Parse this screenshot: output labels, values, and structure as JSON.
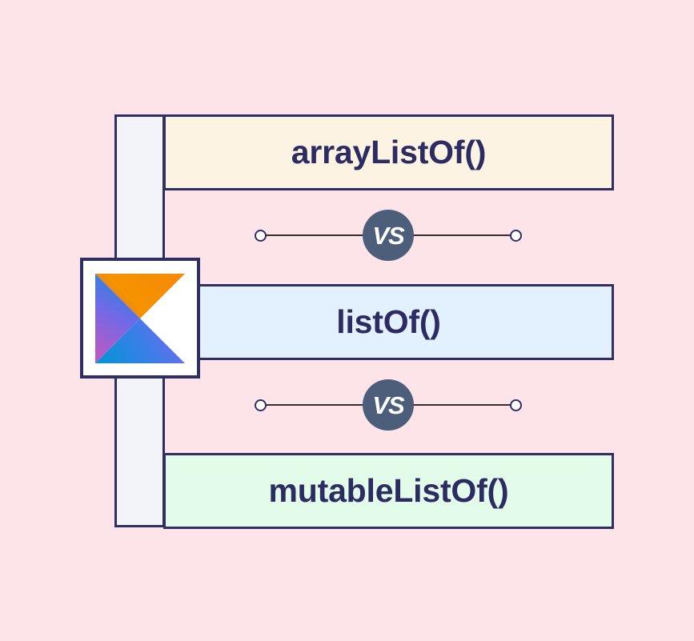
{
  "graphic": {
    "title": "arrayListOf() vs listOf() vs mutableListOf()",
    "background_color": "#fde4e9",
    "outline_color": "#2f2f63",
    "text_color": "#2c2c63"
  },
  "logo": {
    "name": "kotlin-logo",
    "alt": "Kotlin",
    "card_background": "#ffffff",
    "colors": {
      "blue": "#0095d5",
      "purple": "#7f6cf0",
      "magenta": "#c757bc",
      "orange": "#f88909",
      "indigo": "#6a62e8"
    }
  },
  "spine": {
    "name": "left-spine-column",
    "color": "#f2f4fa"
  },
  "options": [
    {
      "id": "array-list-of",
      "label": "arrayListOf()",
      "background": "#fdf3e2"
    },
    {
      "id": "list-of",
      "label": "listOf()",
      "background": "#e3f0fd"
    },
    {
      "id": "mutable-list-of",
      "label": "mutableListOf()",
      "background": "#e3fbe9"
    }
  ],
  "connectors": [
    {
      "id": "connector-1",
      "label": "VS",
      "badge_color": "#4d5e7b"
    },
    {
      "id": "connector-2",
      "label": "VS",
      "badge_color": "#4d5e7b"
    }
  ]
}
